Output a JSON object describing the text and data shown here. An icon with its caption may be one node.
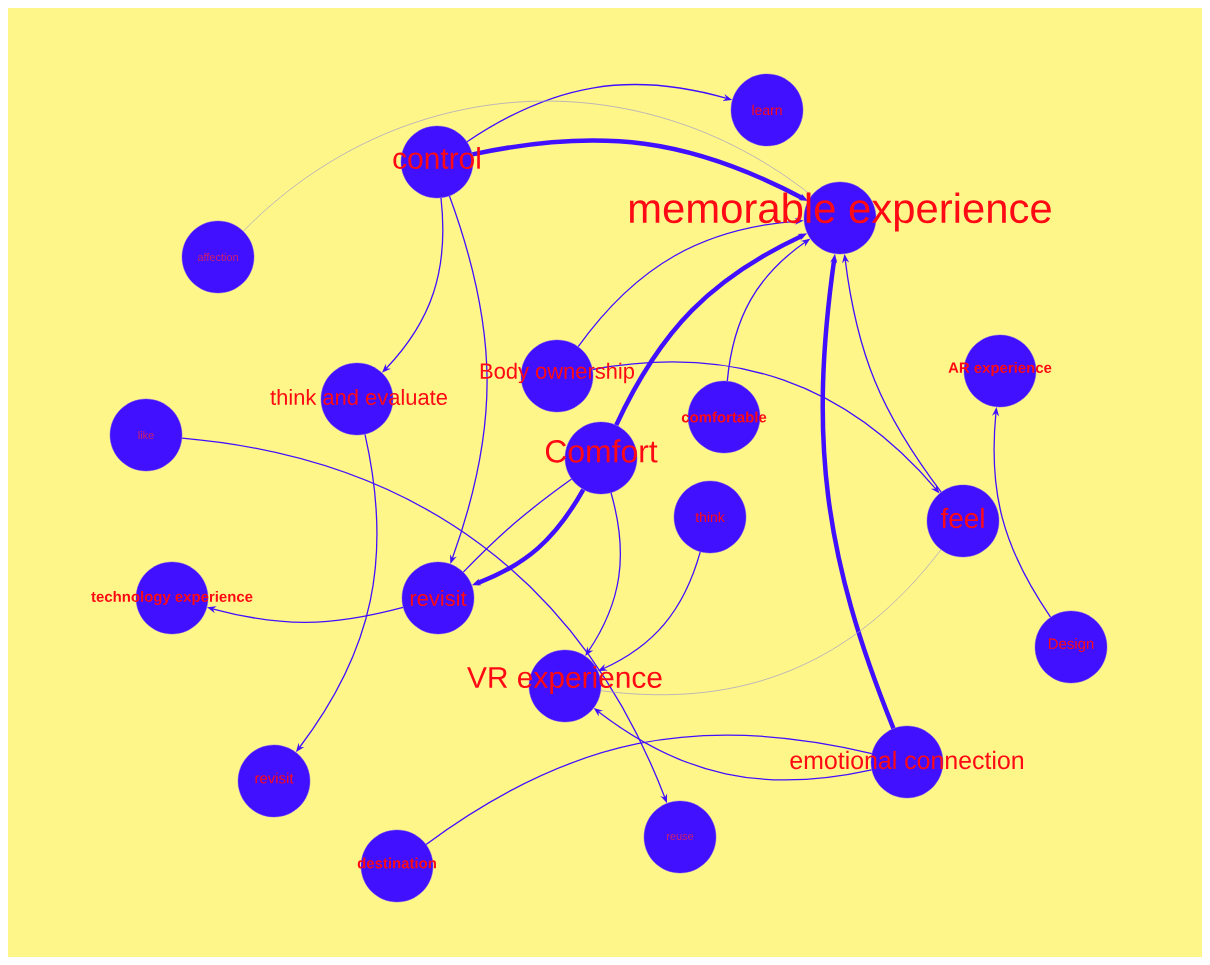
{
  "diagram": {
    "nodes": [
      {
        "text": [
          "control"
        ]
      },
      {
        "text": [
          "learn"
        ]
      },
      {
        "text": [
          "memorable experience"
        ]
      },
      {
        "text": [
          "affection"
        ]
      },
      {
        "text": [
          "think and evaluate"
        ]
      },
      {
        "text": [
          "Body ownership"
        ]
      },
      {
        "text": [
          "like"
        ]
      },
      {
        "text": [
          "comfortable"
        ]
      },
      {
        "text": [
          "Comfort"
        ]
      },
      {
        "text": [
          "think"
        ]
      },
      {
        "text": [
          "feel"
        ]
      },
      {
        "text": [
          "AR experience"
        ]
      },
      {
        "text": [
          "technology experience"
        ]
      },
      {
        "text": [
          "revisit"
        ]
      },
      {
        "text": [
          "VR experience"
        ]
      },
      {
        "text": [
          "Design"
        ]
      },
      {
        "text": [
          "emotional connection"
        ]
      },
      {
        "text": [
          "revisit"
        ]
      },
      {
        "text": [
          "destination"
        ]
      },
      {
        "text": [
          "reuse"
        ]
      }
    ],
    "edges": [
      {
        "from": 0,
        "to": 1,
        "arrow": "to"
      },
      {
        "from": 0,
        "to": 2,
        "arrow": "to",
        "style": "thick"
      },
      {
        "from": 3,
        "to": 2,
        "arrow": "none",
        "color": "#a09cc8"
      },
      {
        "from": 0,
        "to": 4,
        "arrow": "to"
      },
      {
        "from": 0,
        "to": 13,
        "arrow": "to"
      },
      {
        "from": 4,
        "to": 17,
        "arrow": "to"
      },
      {
        "from": 5,
        "to": 2,
        "arrow": "to"
      },
      {
        "from": 5,
        "to": 10,
        "arrow": "to"
      },
      {
        "from": 8,
        "to": 2,
        "arrow": "to",
        "style": "thick"
      },
      {
        "from": 7,
        "to": 2,
        "arrow": "to"
      },
      {
        "from": 16,
        "to": 2,
        "arrow": "to",
        "style": "thick"
      },
      {
        "from": 10,
        "to": 2,
        "arrow": "to"
      },
      {
        "from": 8,
        "to": 13,
        "arrow": "to",
        "style": "thick"
      },
      {
        "from": 8,
        "to": 13,
        "arrow": "none"
      },
      {
        "from": 8,
        "to": 14,
        "arrow": "to"
      },
      {
        "from": 9,
        "to": 14,
        "arrow": "to"
      },
      {
        "from": 6,
        "to": 19,
        "arrow": "to"
      },
      {
        "from": 13,
        "to": 12,
        "arrow": "to"
      },
      {
        "from": 10,
        "to": 14,
        "arrow": "none",
        "color": "#a09cc8"
      },
      {
        "from": 15,
        "to": 11,
        "arrow": "to"
      },
      {
        "from": 16,
        "to": 14,
        "arrow": "to"
      },
      {
        "from": 18,
        "to": 16,
        "arrow": "none"
      }
    ]
  }
}
